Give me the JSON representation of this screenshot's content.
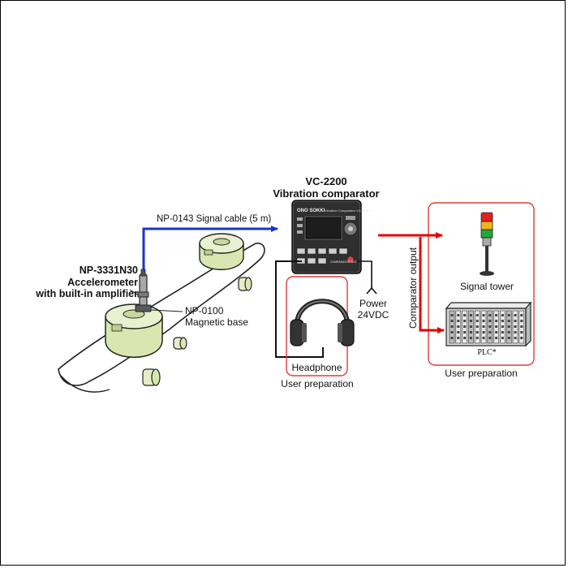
{
  "device": {
    "model": "VC-2200",
    "name": "Vibration comparator",
    "logo_text": "ONO SOKKI",
    "screen_title": "Vibration Comparator VC-2200",
    "ports_label": "COMPARATOR OUT"
  },
  "accelerometer": {
    "model": "NP-3331N30",
    "line1": "Accelerometer",
    "line2": "with built-in amplifier"
  },
  "magnetic_base": {
    "model": "NP-0100",
    "name": "Magnetic base"
  },
  "signal_cable": "NP-0143 Signal cable (5 m)",
  "power": {
    "line1": "Power",
    "line2": "24VDC"
  },
  "headphone": {
    "label": "Headphone",
    "note": "User preparation"
  },
  "comparator_output": "Comparator output",
  "signal_tower": "Signal tower",
  "plc": {
    "label": "PLC*",
    "note": "User preparation"
  },
  "colors": {
    "signal_cable": "#1a33cc",
    "output_arrows": "#e60000",
    "group_border": "#e03a3a",
    "device_body": "#3a3a3a",
    "sensor_body": "#d9e6b0"
  }
}
